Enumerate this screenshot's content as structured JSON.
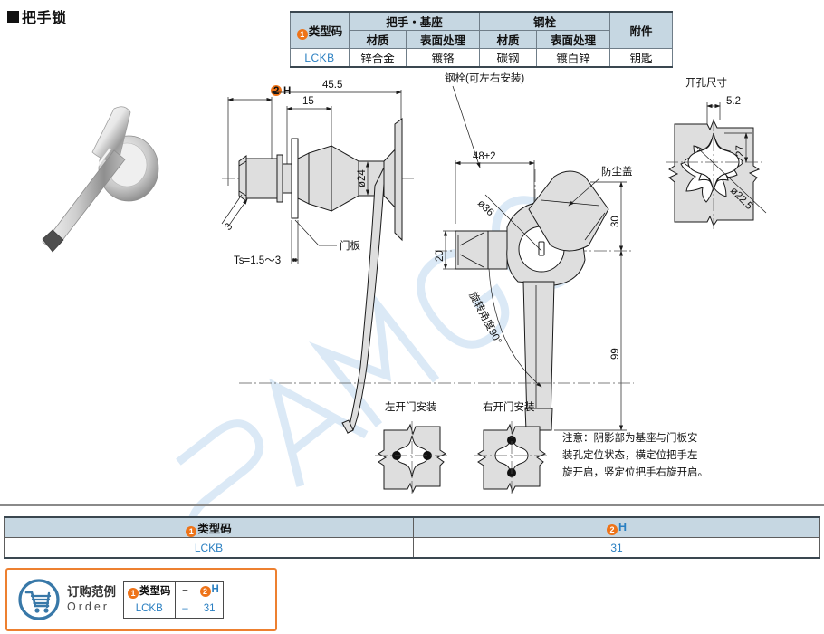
{
  "page": {
    "title": "把手锁",
    "watermark": "SAMGO"
  },
  "spec_table": {
    "headers": {
      "type_code": "类型码",
      "type_code_badge": "1",
      "handle_base": "把手・基座",
      "steel_bolt": "钢栓",
      "accessory": "附件",
      "material": "材质",
      "surface": "表面处理",
      "material2": "材质",
      "surface2": "表面处理"
    },
    "row": {
      "type_code": "LCKB",
      "handle_material": "锌合金",
      "handle_surface": "镀铬",
      "bolt_material": "碳钢",
      "bolt_surface": "镀白锌",
      "accessory": "钥匙"
    }
  },
  "drawing": {
    "side_view": {
      "h_badge": "2",
      "h_label": "H",
      "dim_455": "45.5",
      "dim_15": "15",
      "dim_d24": "ø24",
      "dim_3": "3",
      "ts_label": "Ts=1.5～3",
      "door_panel": "门板"
    },
    "front_view": {
      "bolt_note": "钢栓(可左右安装)",
      "dim_48": "48±2",
      "dim_d36": "ø36",
      "dim_20": "20",
      "dim_30": "30",
      "dim_99": "99",
      "dust_cover": "防尘盖",
      "rotation": "旋转角度90°"
    },
    "hole_view": {
      "title": "开孔尺寸",
      "dim_52": "5.2",
      "dim_27": "27",
      "dim_d225": "ø22.5"
    },
    "install": {
      "left_door": "左开门安装",
      "right_door": "右开门安装",
      "note": "注意：阴影部为基座与门板安装孔定位状态，横定位把手左旋开启，竖定位把手右旋开启。"
    }
  },
  "variant_table": {
    "col1_badge": "1",
    "col1_label": "类型码",
    "col2_badge": "2",
    "col2_label": "H",
    "col1_value": "LCKB",
    "col2_value": "31"
  },
  "order": {
    "label_cn": "订购范例",
    "label_en": "Order",
    "icon": "shopping-cart-icon",
    "headers": {
      "c1_badge": "1",
      "c1": "类型码",
      "sep": "–",
      "c2_badge": "2",
      "c2": "H"
    },
    "values": {
      "c1": "LCKB",
      "sep": "–",
      "c2": "31"
    }
  },
  "colors": {
    "header_bg": "#c6d7e2",
    "accent_orange": "#ee7318",
    "link_blue": "#2a7fc1",
    "watermark_blue": "#dceaf5",
    "fill_gray": "#dcdcdc"
  }
}
